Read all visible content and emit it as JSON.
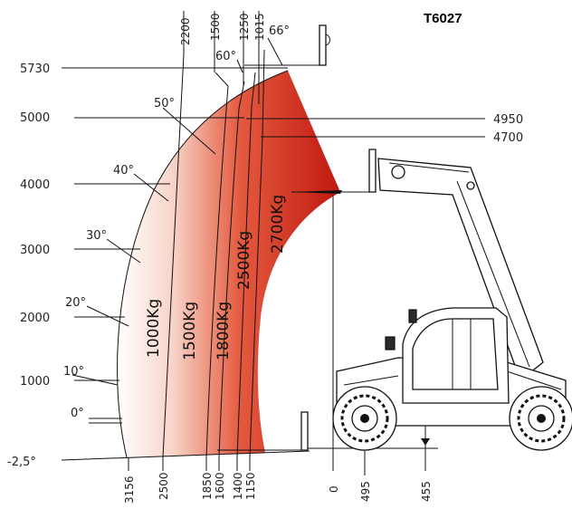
{
  "title": "T6027",
  "heights_left": [
    "5730",
    "5000",
    "4000",
    "3000",
    "2000",
    "1000",
    "-2,5°"
  ],
  "heights_right": [
    "4950",
    "4700"
  ],
  "angles": [
    "66°",
    "60°",
    "50°",
    "40°",
    "30°",
    "20°",
    "10°",
    "0°"
  ],
  "top_distances": [
    "2200",
    "1500",
    "1250",
    "1015"
  ],
  "bottom_distances": [
    "3156",
    "2500",
    "1850",
    "1600",
    "1400",
    "1150",
    "0",
    "495",
    "455"
  ],
  "loads": [
    "1000Kg",
    "1500Kg",
    "1800Kg",
    "2500Kg",
    "2700Kg"
  ],
  "colors": {
    "zone_dark": "#c41a12",
    "zone_light": "#ffffff",
    "lines": "#111111"
  }
}
